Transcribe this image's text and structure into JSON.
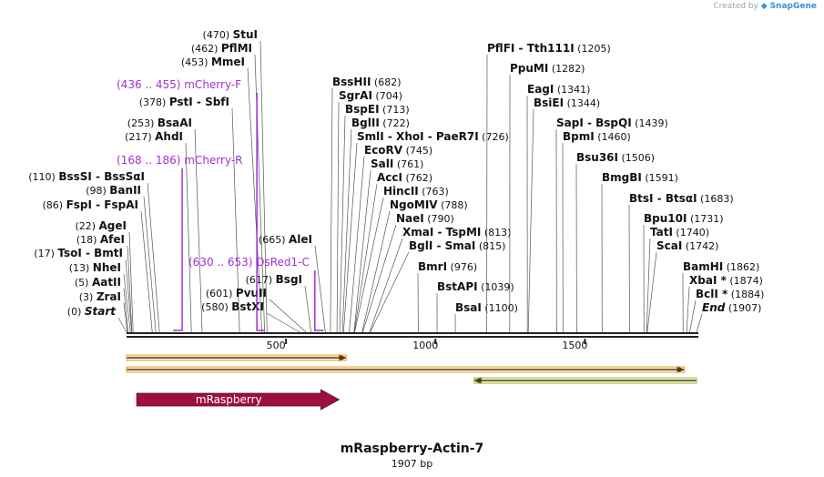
{
  "credit": {
    "prefix": "Created by",
    "brand": "SnapGene"
  },
  "sequence": {
    "name": "mRaspberry-Actin-7",
    "length_label": "1907 bp",
    "length": 1907
  },
  "ruler": {
    "ticks": [
      500,
      1000,
      1500
    ]
  },
  "colors": {
    "enzyme": "#111111",
    "primer": "#a12fd6",
    "feature": "#9e0f3b",
    "orf_fill": "#f2dfc4",
    "orf_edge": "#e8a33a",
    "orf_rev_edge": "#86c84a",
    "axis": "#222222"
  },
  "enzymes": [
    {
      "pos": "(0)",
      "name": "Start",
      "italic": true,
      "site": 0
    },
    {
      "pos": "(3)",
      "name": "ZraI",
      "site": 3
    },
    {
      "pos": "(5)",
      "name": "AatII",
      "site": 5
    },
    {
      "pos": "(13)",
      "name": "NheI",
      "site": 13
    },
    {
      "pos": "(17)",
      "name": "TsoI  -  BmtI",
      "site": 17
    },
    {
      "pos": "(18)",
      "name": "AfeI",
      "site": 18
    },
    {
      "pos": "(22)",
      "name": "AgeI",
      "site": 22
    },
    {
      "pos": "(86)",
      "name": "FspI  -  FspAI",
      "site": 86
    },
    {
      "pos": "(98)",
      "name": "BanII",
      "site": 98
    },
    {
      "pos": "(110)",
      "name": "BssSI  -  BssSαI",
      "site": 110
    },
    {
      "pos": "(217)",
      "name": "AhdI",
      "site": 217
    },
    {
      "pos": "(253)",
      "name": "BsaAI",
      "site": 253
    },
    {
      "pos": "(378)",
      "name": "PstI  -  SbfI",
      "site": 378
    },
    {
      "pos": "(453)",
      "name": "MmeI",
      "site": 453
    },
    {
      "pos": "(462)",
      "name": "PflMI",
      "site": 462
    },
    {
      "pos": "(470)",
      "name": "StuI",
      "site": 470
    },
    {
      "pos": "(580)",
      "name": "BstXI",
      "site": 580
    },
    {
      "pos": "(601)",
      "name": "PvuII",
      "site": 601
    },
    {
      "pos": "(617)",
      "name": "BsgI",
      "site": 617
    },
    {
      "pos": "(665)",
      "name": "AleI",
      "site": 665
    },
    {
      "pos": "(682)",
      "name": "BssHII",
      "site": 682
    },
    {
      "pos": "(704)",
      "name": "SgrAI",
      "site": 704
    },
    {
      "pos": "(713)",
      "name": "BspEI",
      "site": 713
    },
    {
      "pos": "(722)",
      "name": "BglII",
      "site": 722
    },
    {
      "pos": "(726)",
      "name": "SmlI  -  XhoI  -  PaeR7I",
      "site": 726
    },
    {
      "pos": "(745)",
      "name": "EcoRV",
      "site": 745
    },
    {
      "pos": "(761)",
      "name": "SalI",
      "site": 761
    },
    {
      "pos": "(762)",
      "name": "AccI",
      "site": 762
    },
    {
      "pos": "(763)",
      "name": "HincII",
      "site": 763
    },
    {
      "pos": "(788)",
      "name": "NgoMIV",
      "site": 788
    },
    {
      "pos": "(790)",
      "name": "NaeI",
      "site": 790
    },
    {
      "pos": "(813)",
      "name": "XmaI  -  TspMI",
      "site": 813
    },
    {
      "pos": "(815)",
      "name": "BglI  -  SmaI",
      "site": 815
    },
    {
      "pos": "(976)",
      "name": "BmrI",
      "site": 976
    },
    {
      "pos": "(1039)",
      "name": "BstAPI",
      "site": 1039
    },
    {
      "pos": "(1100)",
      "name": "BsaI",
      "site": 1100
    },
    {
      "pos": "(1205)",
      "name": "PflFI  -  Tth111I",
      "site": 1205
    },
    {
      "pos": "(1282)",
      "name": "PpuMI",
      "site": 1282
    },
    {
      "pos": "(1341)",
      "name": "EagI",
      "site": 1341
    },
    {
      "pos": "(1344)",
      "name": "BsiEI",
      "site": 1344
    },
    {
      "pos": "(1439)",
      "name": "SapI  -  BspQI",
      "site": 1439
    },
    {
      "pos": "(1460)",
      "name": "BpmI",
      "site": 1460
    },
    {
      "pos": "(1506)",
      "name": "Bsu36I",
      "site": 1506
    },
    {
      "pos": "(1591)",
      "name": "BmgBI",
      "site": 1591
    },
    {
      "pos": "(1683)",
      "name": "BtsI  -  BtsαI",
      "site": 1683
    },
    {
      "pos": "(1731)",
      "name": "Bpu10I",
      "site": 1731
    },
    {
      "pos": "(1740)",
      "name": "TatI",
      "site": 1740
    },
    {
      "pos": "(1742)",
      "name": "ScaI",
      "site": 1742
    },
    {
      "pos": "(1862)",
      "name": "BamHI",
      "site": 1862
    },
    {
      "pos": "(1874)",
      "name": "XbaI *",
      "site": 1874
    },
    {
      "pos": "(1884)",
      "name": "BclI *",
      "site": 1884
    },
    {
      "pos": "(1907)",
      "name": "End",
      "italic": true,
      "site": 1907
    }
  ],
  "primers": [
    {
      "range": "(168 .. 186)",
      "name": "mCherry-R",
      "start": 168,
      "end": 186,
      "direction": "reverse"
    },
    {
      "range": "(436 .. 455)",
      "name": "mCherry-F",
      "start": 436,
      "end": 455,
      "direction": "forward"
    },
    {
      "range": "(630 .. 653)",
      "name": "DsRed1-C",
      "start": 630,
      "end": 653,
      "direction": "forward"
    }
  ],
  "orfs": [
    {
      "start": 0,
      "end": 735,
      "direction": "forward"
    },
    {
      "start": 0,
      "end": 1866,
      "direction": "forward"
    },
    {
      "start": 1163,
      "end": 1907,
      "direction": "reverse"
    }
  ],
  "features": [
    {
      "name": "mRaspberry",
      "start": 34,
      "end": 711,
      "direction": "forward"
    }
  ]
}
